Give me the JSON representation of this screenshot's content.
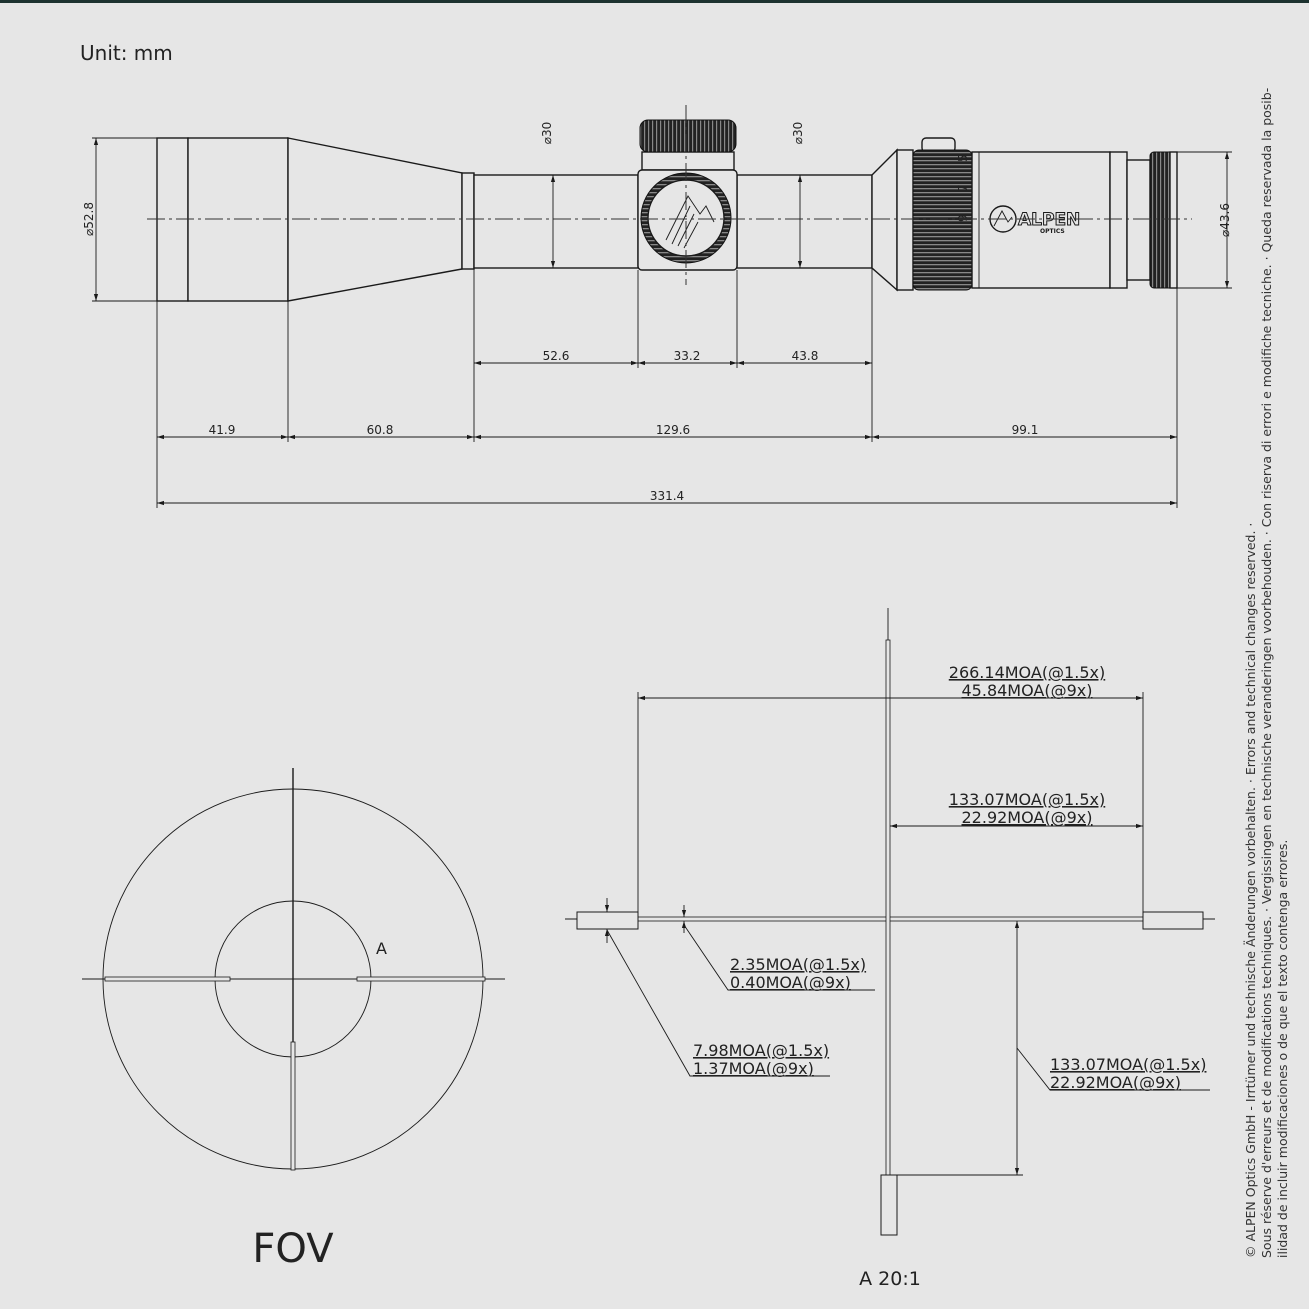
{
  "unit_label": "Unit: mm",
  "colors": {
    "background": "#e6e6e6",
    "line": "#1a1a1a",
    "top_bar": "#1d3330"
  },
  "scope": {
    "brand": "ALPEN",
    "brand_sub": "OPTICS",
    "magnification_marks": [
      "5",
      "7",
      "9"
    ],
    "diameters": {
      "objective": "⌀52.8",
      "tube_front": "⌀30",
      "tube_rear": "⌀30",
      "eyepiece": "⌀43.6"
    },
    "dims_row1": [
      "52.6",
      "33.2",
      "43.8"
    ],
    "dims_row2": [
      "41.9",
      "60.8",
      "129.6",
      "99.1"
    ],
    "total_length": "331.4"
  },
  "fov": {
    "title": "FOV",
    "detail_marker": "A"
  },
  "detail": {
    "title": "A 20:1",
    "outer_width": [
      "266.14MOA(@1.5x)",
      "45.84MOA(@9x)"
    ],
    "half_width": [
      "133.07MOA(@1.5x)",
      "22.92MOA(@9x)"
    ],
    "line_thickness": [
      "2.35MOA(@1.5x)",
      "0.40MOA(@9x)"
    ],
    "post_thickness": [
      "7.98MOA(@1.5x)",
      "1.37MOA(@9x)"
    ],
    "half_height": [
      "133.07MOA(@1.5x)",
      "22.92MOA(@9x)"
    ]
  },
  "legal": {
    "line1": "© ALPEN Optics GmbH - Irrtümer und technische Änderungen vorbehalten. · Errors and technical changes reserved. ·",
    "line2": "Sous réserve d'erreurs et de modifications techniques. · Vergissingen en technische veranderingen voorbehouden. · Con riserva di errori e modifiche tecniche. · Queda reservada la posib-",
    "line3": "ilidad de incluir modificaciones o de que el texto contenga errores."
  }
}
